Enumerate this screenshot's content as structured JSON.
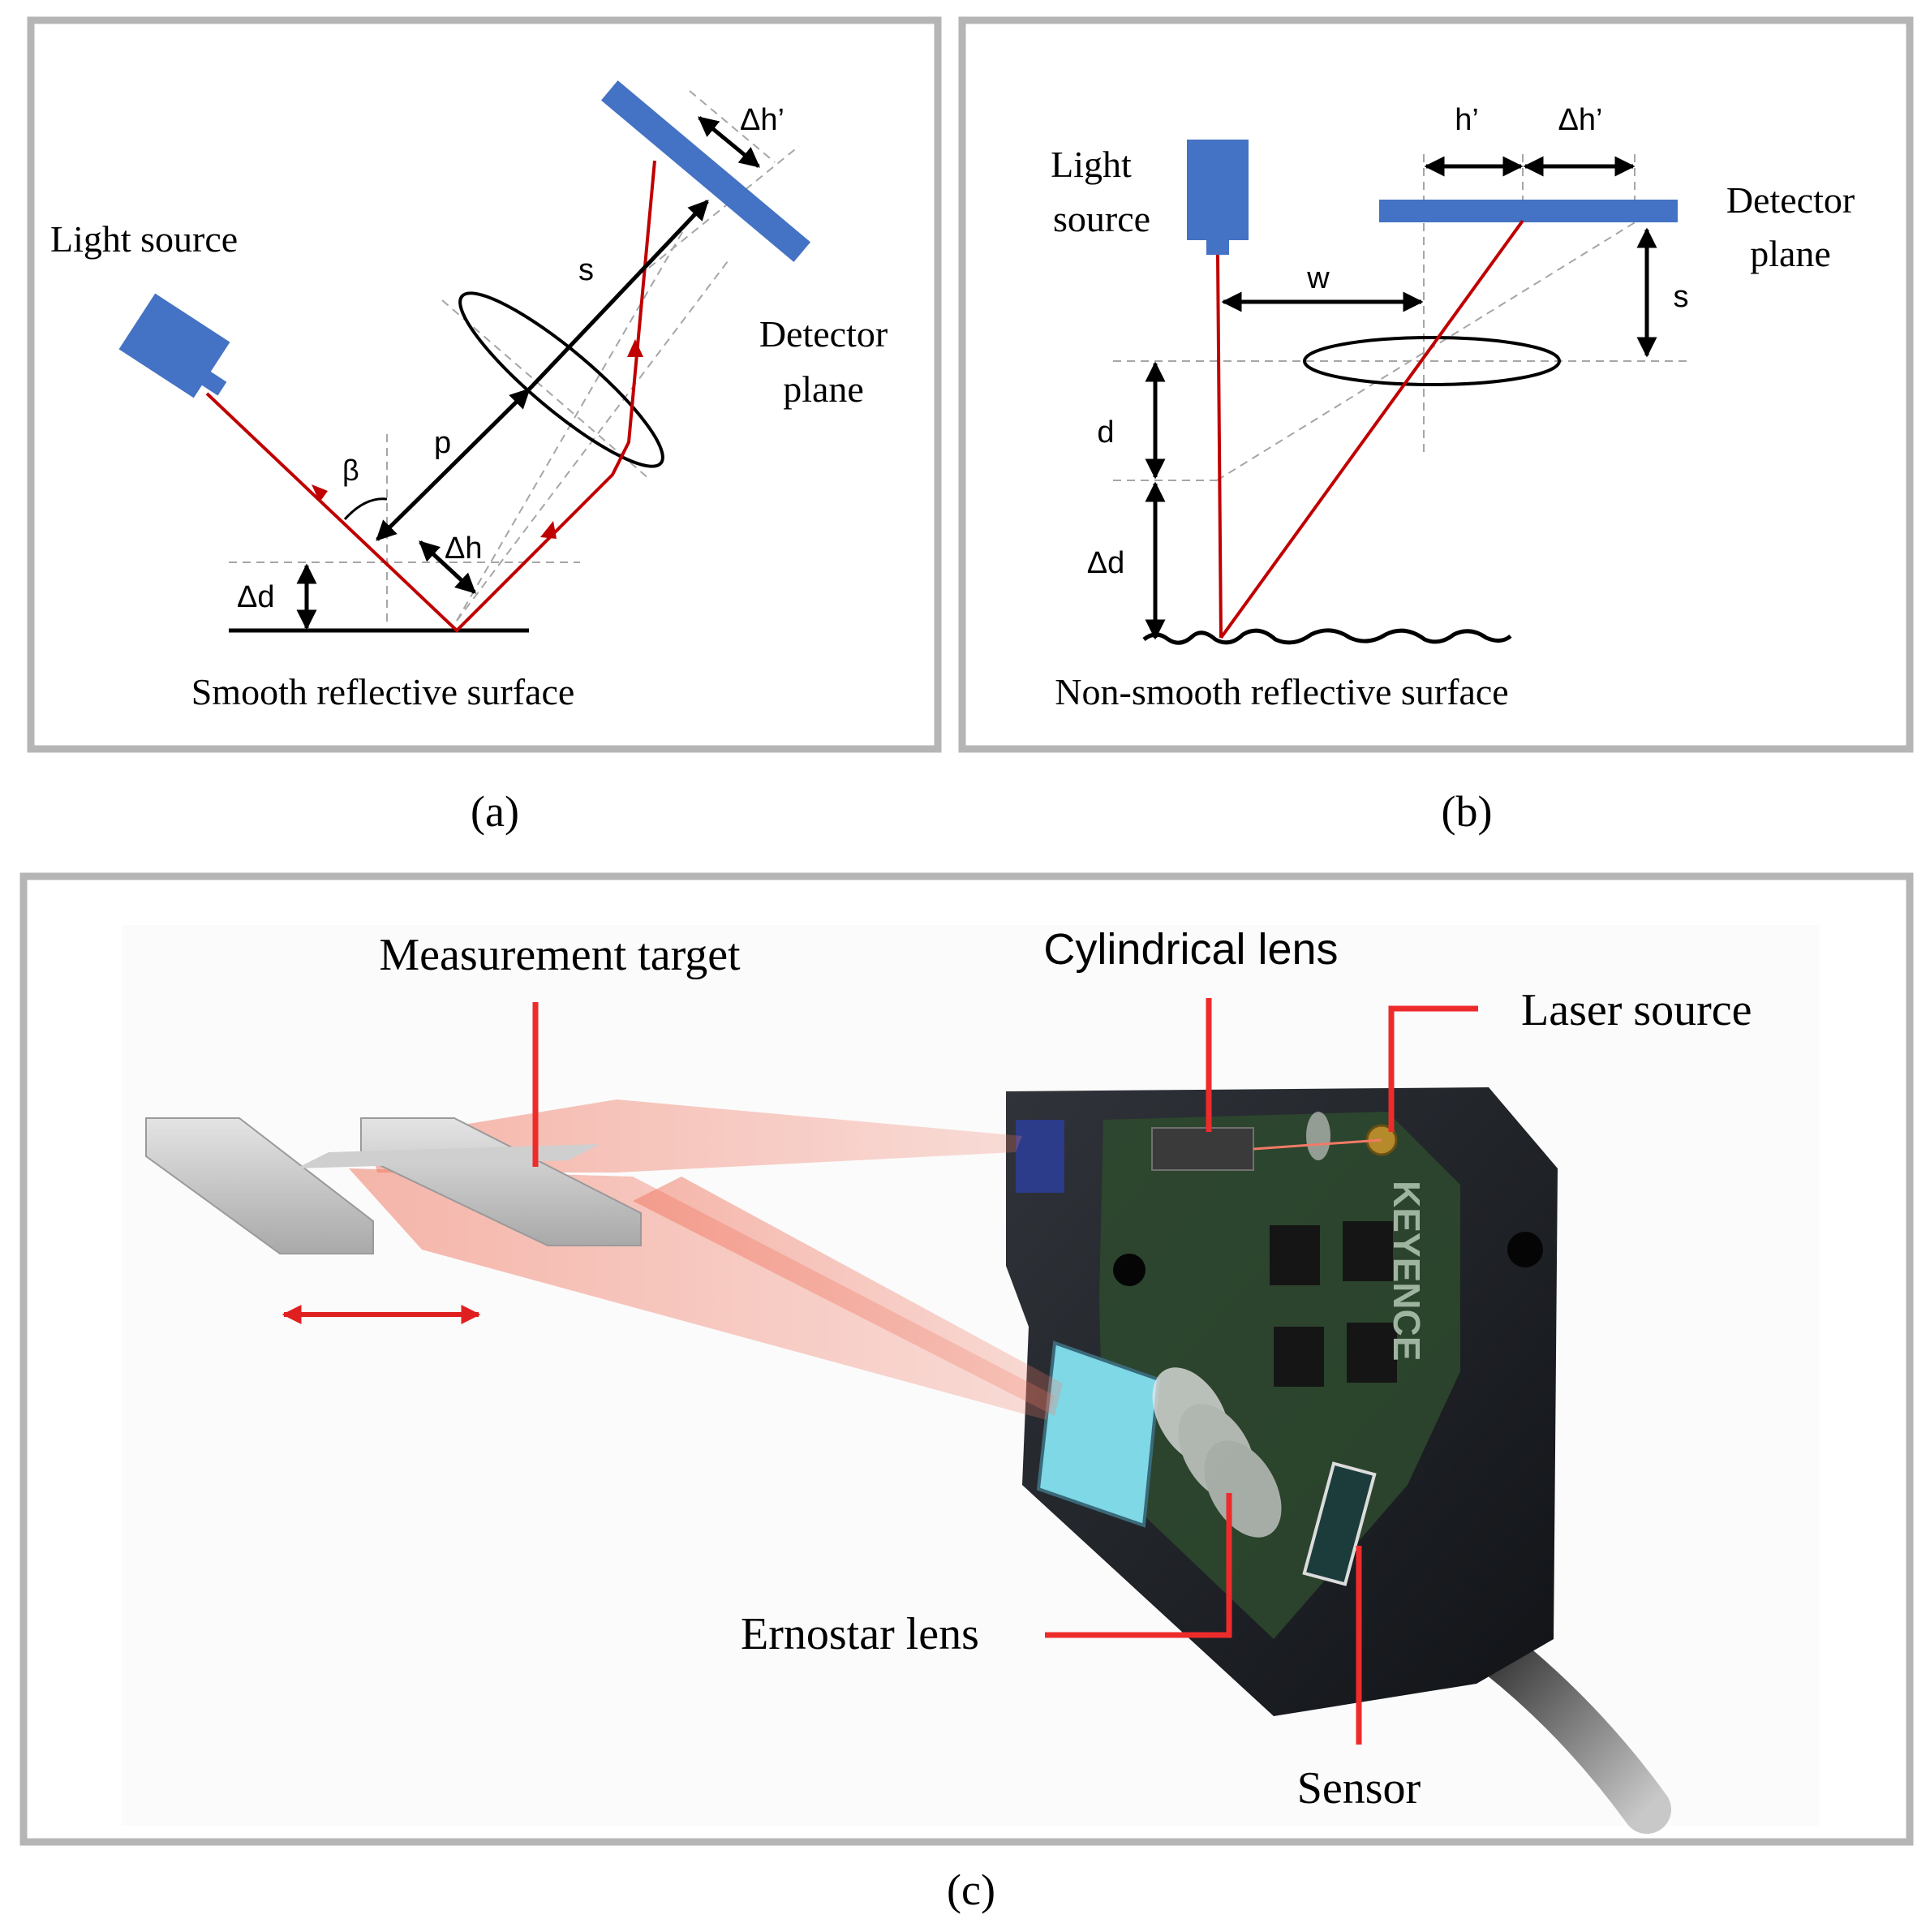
{
  "panel_a": {
    "caption": "(a)",
    "light_source": "Light source",
    "detector_line1": "Detector",
    "detector_line2": "plane",
    "surface": "Smooth reflective surface",
    "beta": "β",
    "p": "p",
    "s": "s",
    "dh": "Δh",
    "dd": "Δd",
    "dh_prime": "Δh’"
  },
  "panel_b": {
    "caption": "(b)",
    "light_line1": "Light",
    "light_line2": "source",
    "detector_line1": "Detector",
    "detector_line2": "plane",
    "surface": "Non-smooth reflective surface",
    "h_prime": "h’",
    "dh_prime": "Δh’",
    "w": "w",
    "s": "s",
    "d": "d",
    "dd": "Δd"
  },
  "panel_c": {
    "caption": "(c)",
    "measurement_target": "Measurement target",
    "cylindrical_lens": "Cylindrical lens",
    "laser_source": "Laser source",
    "ernostar_lens": "Ernostar lens",
    "sensor": "Sensor",
    "brand": "KEYENCE"
  },
  "colors": {
    "frame": "#b5b5b5",
    "component_blue": "#4472c4",
    "beam_red": "#c00000",
    "guide_gray": "#a6a6a6",
    "leader_red": "#ee2b2b"
  }
}
